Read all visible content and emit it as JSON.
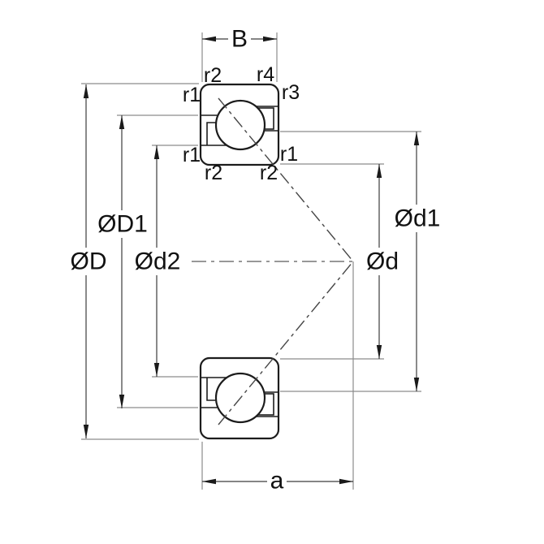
{
  "diagram_type": "angular-contact-ball-bearing-cross-section",
  "labels": {
    "width": "B",
    "offset": "a",
    "outer_dia": "ØD",
    "outer_shoulder_dia": "ØD1",
    "inner_shoulder2_dia": "Ød2",
    "bore_dia": "Ød",
    "inner_shoulder1_dia": "Ød1"
  },
  "corner_radii": {
    "top_left_top": "r2",
    "top_right_top": "r4",
    "left_upper": "r1",
    "right_upper": "r3",
    "left_lower": "r1",
    "right_lower": "r1",
    "bottom_left": "r2",
    "bottom_right": "r2"
  },
  "colors": {
    "ring_fill": "#c7c8c7",
    "outline": "#1c1c1c",
    "dimension_line": "#3c3c3c",
    "extension_line": "#8c8c8c",
    "background": "#ffffff"
  }
}
